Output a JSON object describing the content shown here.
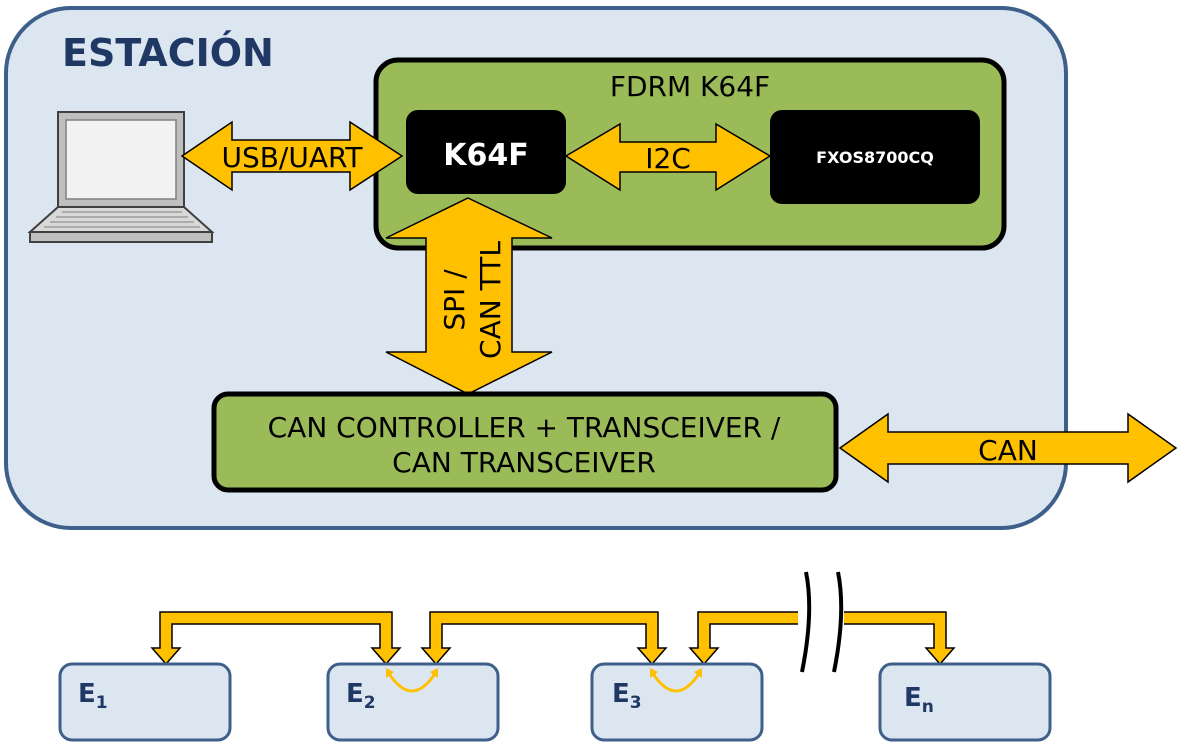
{
  "station": {
    "title": "ESTACIÓN",
    "board_label": "FDRM K64F",
    "mcu_label": "K64F",
    "sensor_label": "FXOS8700CQ",
    "usb_label": "USB/UART",
    "i2c_label": "I2C",
    "spi_label_line1": "SPI /",
    "spi_label_line2": "CAN TTL",
    "can_ctrl_line1": "CAN CONTROLLER + TRANSCEIVER /",
    "can_ctrl_line2": "CAN TRANSCEIVER",
    "can_label": "CAN"
  },
  "nodes": [
    {
      "letter": "E",
      "sub": "1"
    },
    {
      "letter": "E",
      "sub": "2"
    },
    {
      "letter": "E",
      "sub": "3"
    },
    {
      "letter": "E",
      "sub": "n"
    }
  ],
  "colors": {
    "station_fill": "#dce6f1",
    "station_stroke": "#3e5f8a",
    "board_fill": "#9bbb59",
    "chip_fill": "#000000",
    "arrow_fill": "#ffc000",
    "node_fill": "#dce6f1",
    "title_color": "#1f3864"
  }
}
